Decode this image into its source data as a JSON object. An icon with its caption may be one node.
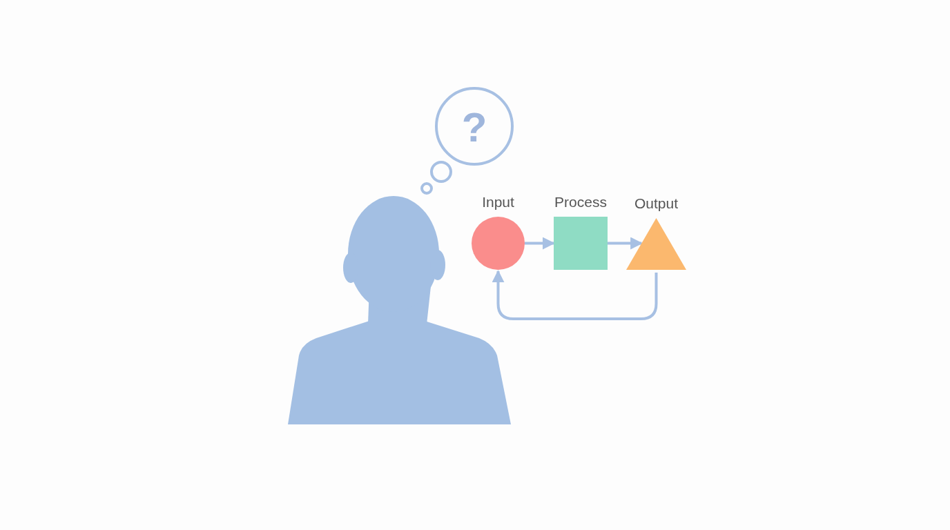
{
  "diagram": {
    "nodes": [
      {
        "text": [
          "?"
        ]
      },
      {
        "text": [
          "Input"
        ]
      },
      {
        "text": [
          "Process"
        ]
      },
      {
        "text": [
          "Output"
        ]
      }
    ],
    "edges": [
      {
        "from": 1,
        "to": 2,
        "arrow": "to"
      },
      {
        "from": 2,
        "to": 3,
        "arrow": "to"
      },
      {
        "from": 3,
        "to": 1,
        "arrow": "to"
      }
    ]
  }
}
